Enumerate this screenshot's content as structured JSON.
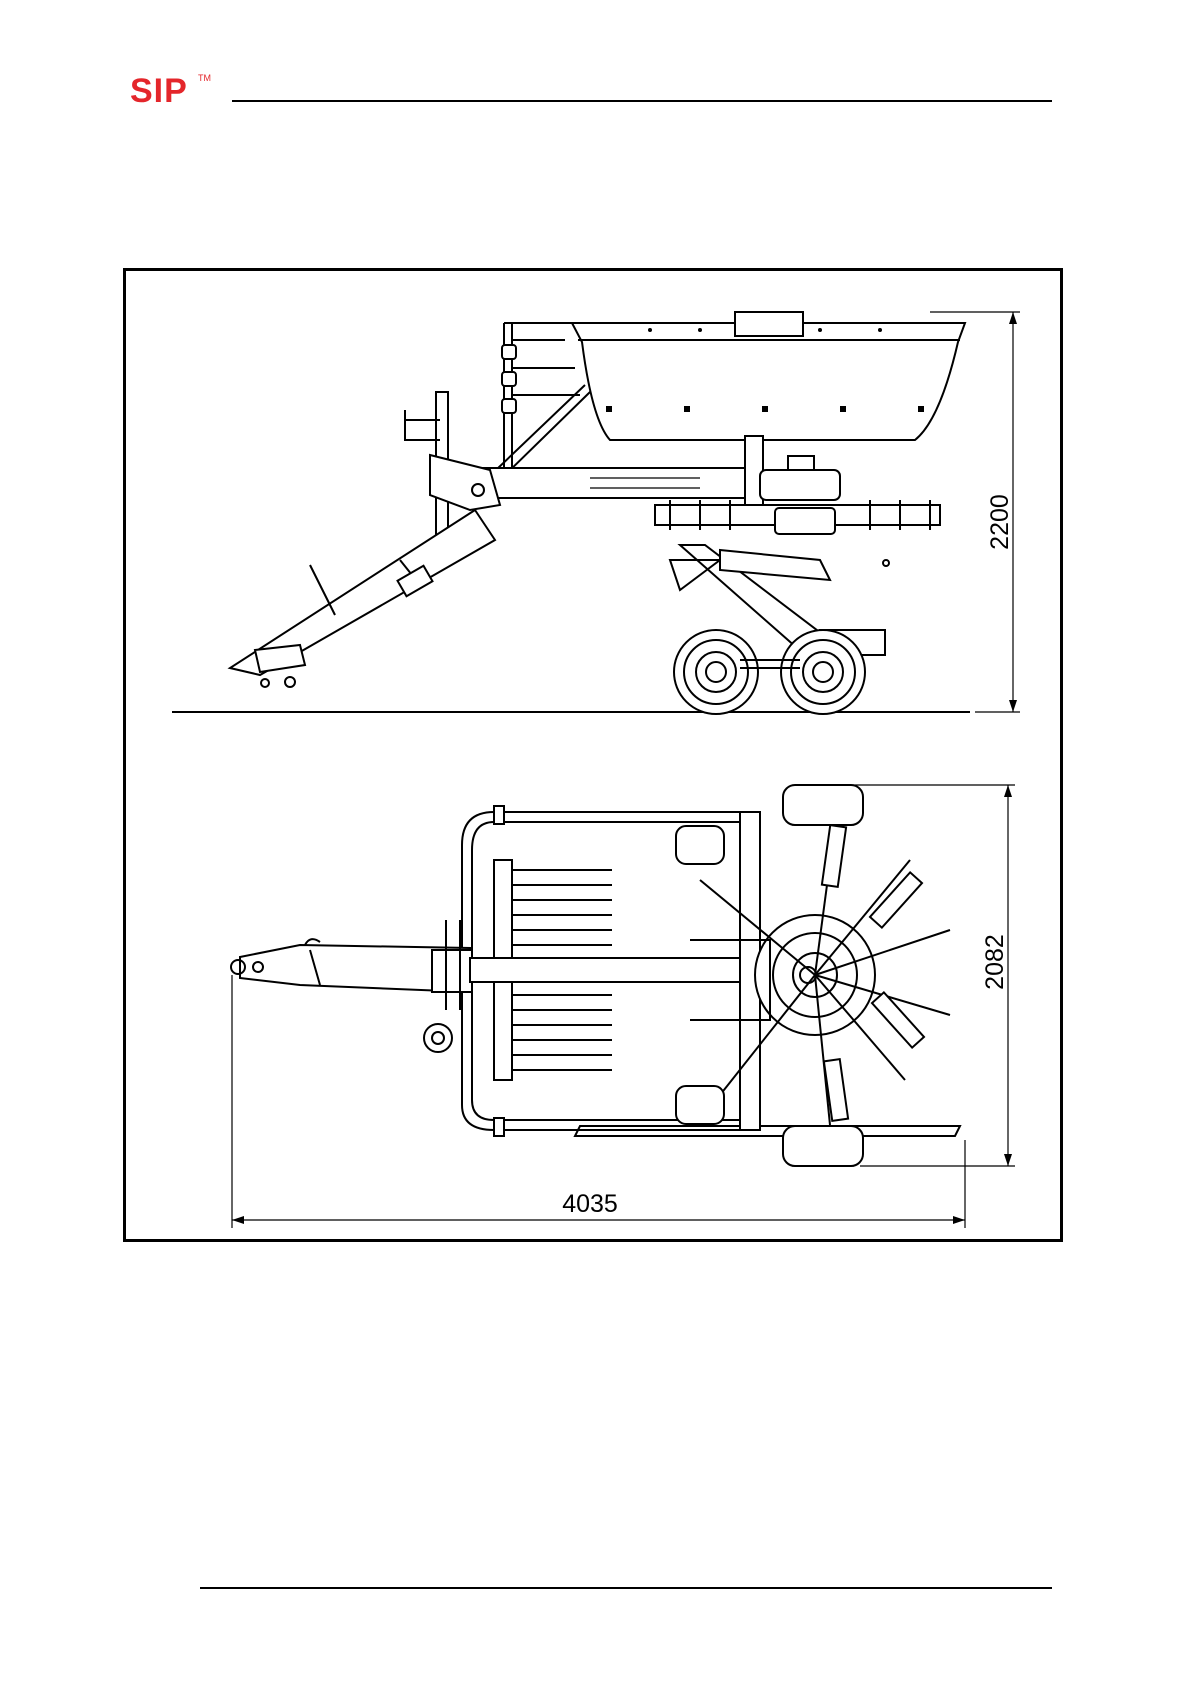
{
  "header": {
    "logo_text": "SIP",
    "logo_tm": "TM"
  },
  "drawing": {
    "side_view": {
      "height_dimension": "2200"
    },
    "top_view": {
      "width_dimension": "2082",
      "length_dimension": "4035"
    }
  },
  "colors": {
    "brand": "#e4262b",
    "line": "#000000",
    "background": "#ffffff"
  }
}
